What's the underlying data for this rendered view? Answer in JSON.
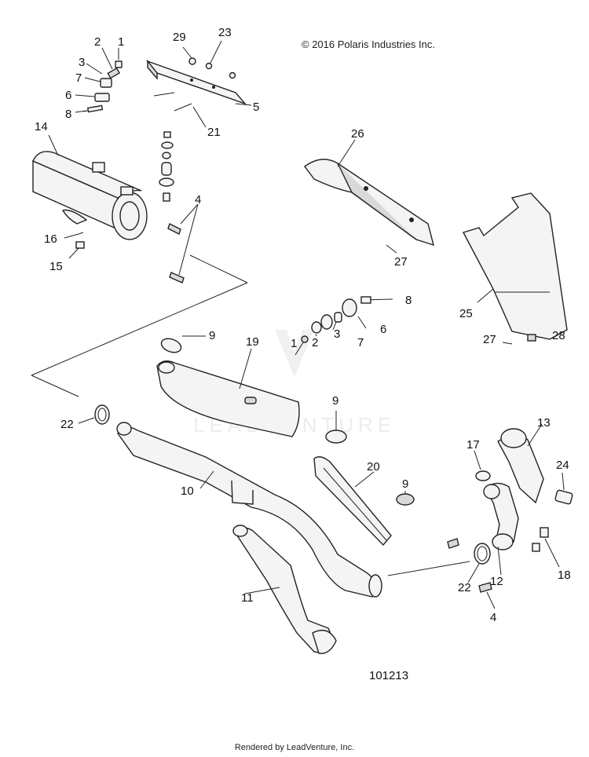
{
  "copyright": "© 2016 Polaris Industries Inc.",
  "drawing_number": "101213",
  "footer": "Rendered by LeadVenture, Inc.",
  "watermark": "LEADVENTURE",
  "callouts": {
    "c1_top": "1",
    "c2_top": "2",
    "c3_top": "3",
    "c7_top": "7",
    "c6_top": "6",
    "c8_top": "8",
    "c29": "29",
    "c23": "23",
    "c5": "5",
    "c21": "21",
    "c14": "14",
    "c4_top": "4",
    "c16": "16",
    "c15": "15",
    "c26": "26",
    "c27_top": "27",
    "c25": "25",
    "c8_mid": "8",
    "c6_mid": "6",
    "c7_mid": "7",
    "c3_mid": "3",
    "c2_mid": "2",
    "c1_mid": "1",
    "c9_a": "9",
    "c19": "19",
    "c27_bot": "27",
    "c28": "28",
    "c9_b": "9",
    "c22_left": "22",
    "c10": "10",
    "c13": "13",
    "c17": "17",
    "c24": "24",
    "c20": "20",
    "c9_c": "9",
    "c11": "11",
    "c22_right": "22",
    "c12": "12",
    "c18": "18",
    "c4_bot": "4"
  },
  "icons": {
    "muffler": "muffler-icon",
    "heat_shield": "heat-shield-icon",
    "pipe": "exhaust-pipe-icon",
    "clamp": "clamp-icon",
    "bolt": "bolt-icon",
    "spring": "spring-icon"
  }
}
